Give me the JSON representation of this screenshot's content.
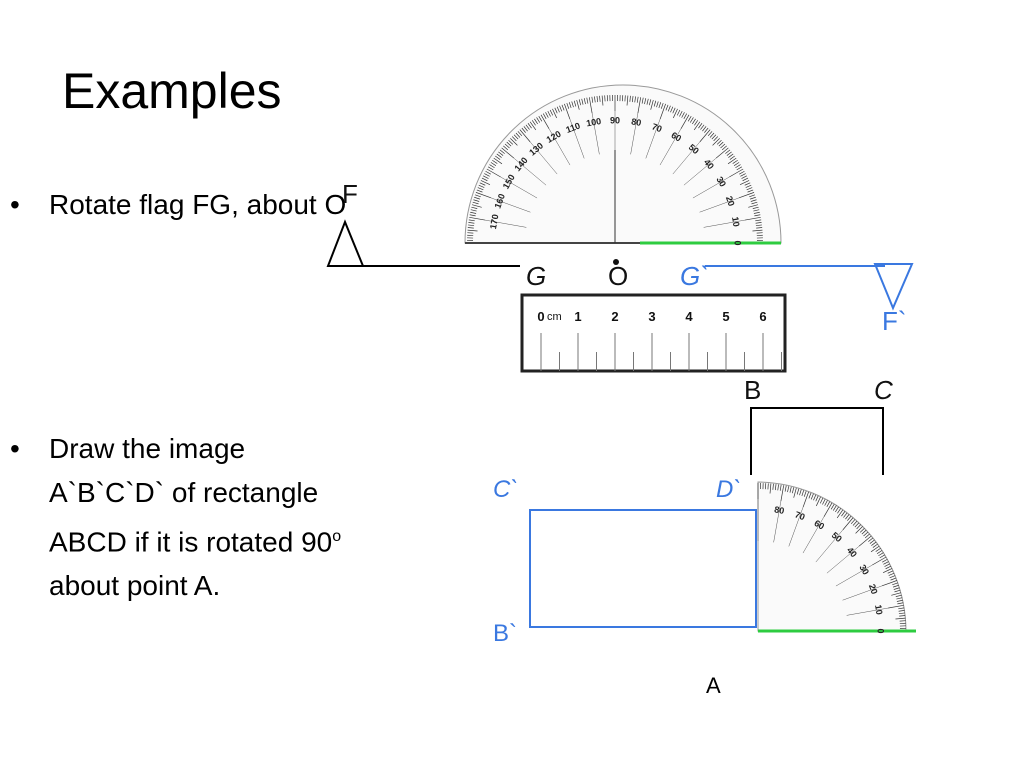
{
  "slide": {
    "title": "Examples",
    "bullets": [
      {
        "marker": "•",
        "text": "Rotate flag FG, about O"
      },
      {
        "marker": "•",
        "text_before": "Draw the image A`B`C`D` of rectangle ABCD if it is rotated 90",
        "superscript": "o",
        "text_after": " about point A."
      }
    ]
  },
  "diagram1": {
    "labels": {
      "F": "F",
      "G": "G",
      "O": "O",
      "G_prime": "G`",
      "F_prime": "F`"
    },
    "protractor_numbers": [
      "170",
      "160",
      "150",
      "140",
      "130",
      "120",
      "110",
      "100",
      "90",
      "80",
      "70",
      "60",
      "50",
      "40",
      "30",
      "20",
      "10",
      "0"
    ],
    "protractor_inner_numbers": [
      "80"
    ],
    "ruler": {
      "unit": "cm",
      "numbers": [
        "0",
        "1",
        "2",
        "3",
        "4",
        "5",
        "6"
      ]
    }
  },
  "diagram2": {
    "labels": {
      "B": "B",
      "C": "C",
      "C_prime": "C`",
      "D_prime": "D`",
      "B_prime": "B`",
      "A": "A"
    },
    "protractor_numbers": [
      "80",
      "70",
      "60",
      "50",
      "40",
      "30",
      "20",
      "10",
      "0"
    ]
  },
  "colors": {
    "image_blue": "#3a78e0",
    "original_black": "#000000",
    "baseline_green": "#2ecc40"
  }
}
